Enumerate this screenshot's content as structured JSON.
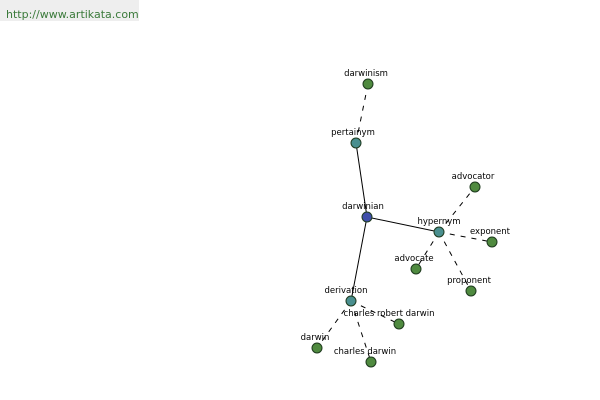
{
  "header": {
    "url": "http://www.artikata.com"
  },
  "graph": {
    "nodes": [
      {
        "id": "darwinian",
        "label": "darwinian",
        "color": "#3f4faa"
      },
      {
        "id": "pertainym",
        "label": "pertainym",
        "color": "#4a8f8f"
      },
      {
        "id": "darwinism",
        "label": "darwinism",
        "color": "#4f8a3f"
      },
      {
        "id": "hypernym",
        "label": "hypernym",
        "color": "#4a8f8f"
      },
      {
        "id": "advocator",
        "label": "advocator",
        "color": "#4f8a3f"
      },
      {
        "id": "exponent",
        "label": "exponent",
        "color": "#4f8a3f"
      },
      {
        "id": "advocate",
        "label": "advocate",
        "color": "#4f8a3f"
      },
      {
        "id": "proponent",
        "label": "proponent",
        "color": "#4f8a3f"
      },
      {
        "id": "derivation",
        "label": "derivation",
        "color": "#4a8f8f"
      },
      {
        "id": "charles-robert-darwin",
        "label": "charles robert darwin",
        "color": "#4f8a3f"
      },
      {
        "id": "darwin",
        "label": "darwin",
        "color": "#4f8a3f"
      },
      {
        "id": "charles-darwin",
        "label": "charles darwin",
        "color": "#4f8a3f"
      }
    ],
    "edges": [
      {
        "from": "darwinian",
        "to": "pertainym",
        "style": "solid"
      },
      {
        "from": "darwinian",
        "to": "hypernym",
        "style": "solid"
      },
      {
        "from": "darwinian",
        "to": "derivation",
        "style": "solid"
      },
      {
        "from": "pertainym",
        "to": "darwinism",
        "style": "dashed"
      },
      {
        "from": "hypernym",
        "to": "advocator",
        "style": "dashed"
      },
      {
        "from": "hypernym",
        "to": "exponent",
        "style": "dashed"
      },
      {
        "from": "hypernym",
        "to": "advocate",
        "style": "dashed"
      },
      {
        "from": "hypernym",
        "to": "proponent",
        "style": "dashed"
      },
      {
        "from": "derivation",
        "to": "charles-robert-darwin",
        "style": "dashed"
      },
      {
        "from": "derivation",
        "to": "darwin",
        "style": "dashed"
      },
      {
        "from": "derivation",
        "to": "charles-darwin",
        "style": "dashed"
      }
    ]
  }
}
